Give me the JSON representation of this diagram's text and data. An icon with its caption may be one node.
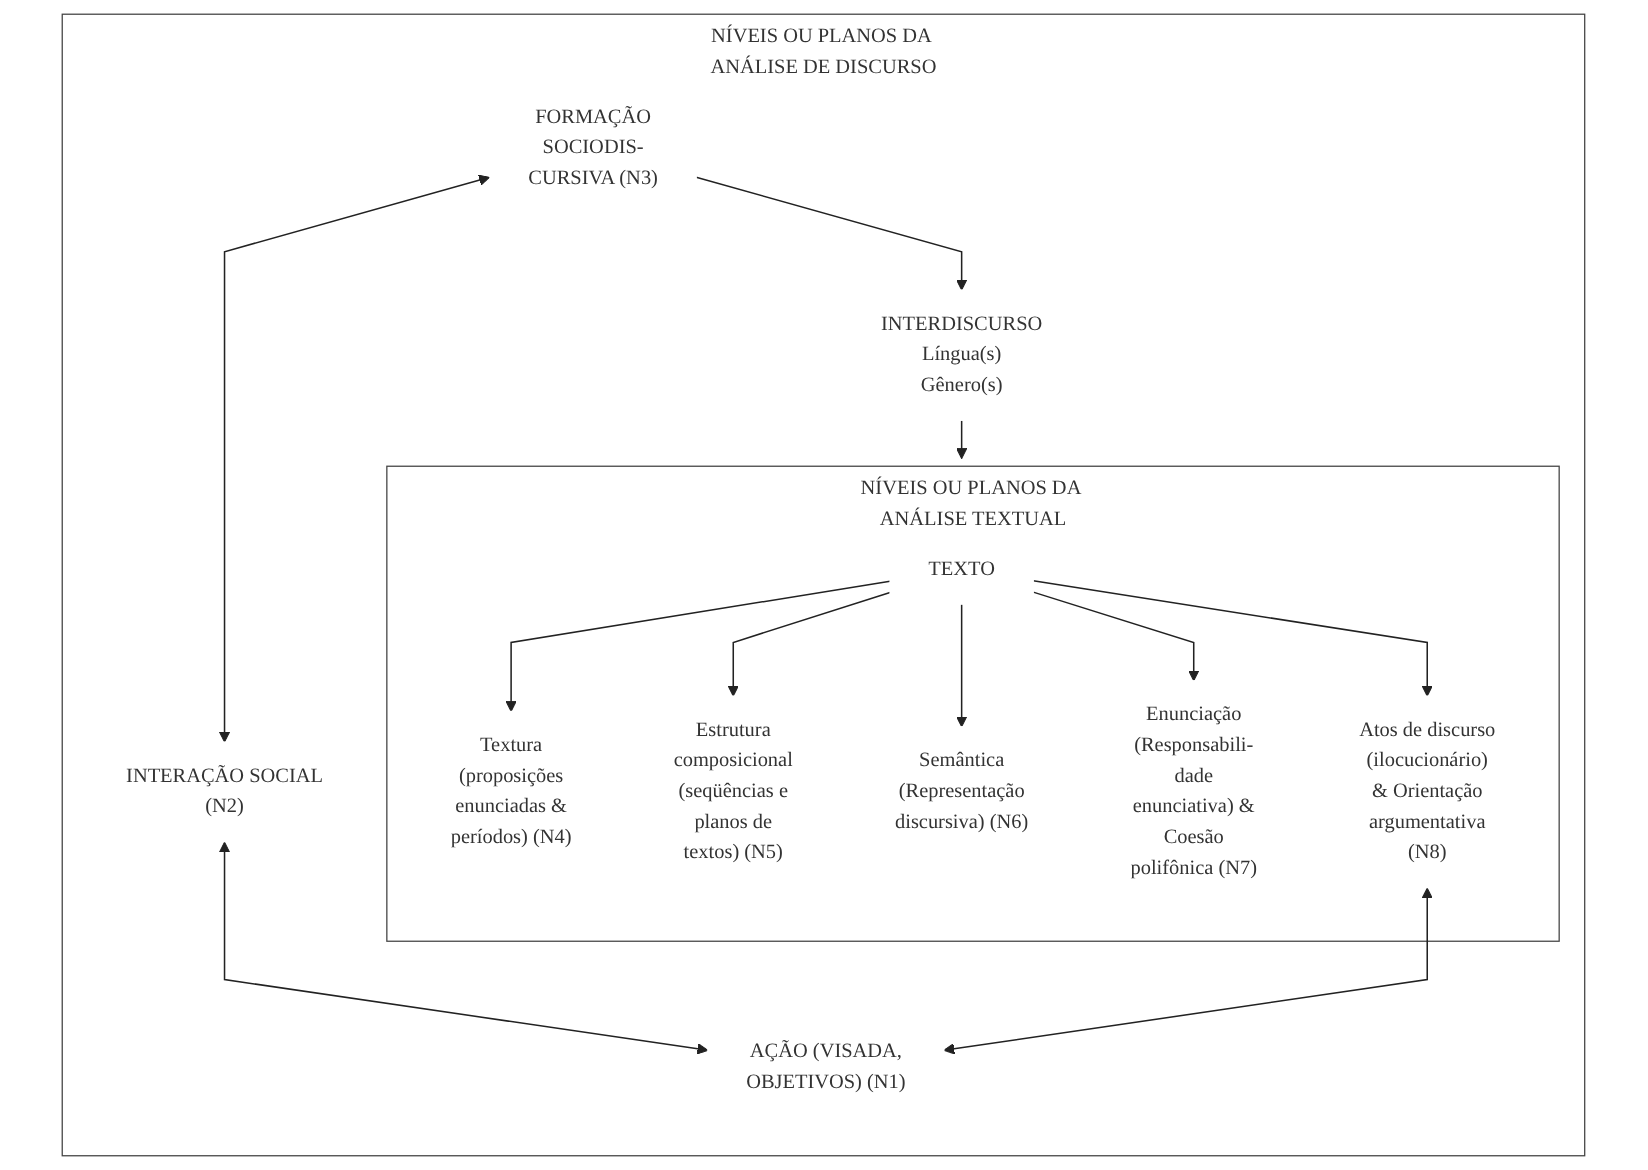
{
  "diagram": {
    "nodes": [
      {
        "text": [
          "NÍVEIS OU PLANOS DA ANÁLISE DE DISCURSO"
        ]
      },
      {
        "text": [
          "FORMAÇÃO SOCIODIS- CURSIVA (N3)"
        ],
        "in": 0
      },
      {
        "text": [
          "INTERAÇÃO SOCIAL (N2)"
        ],
        "in": 0
      },
      {
        "text": [
          "AÇÃO (VISADA, OBJETIVOS) (N1)"
        ],
        "in": 0
      },
      {
        "text": [
          "INTERDISCURSO",
          "Língua(s) Gênero(s)"
        ],
        "in": 0
      },
      {
        "text": [
          "NÍVEIS OU PLANOS DA ANÁLISE TEXTUAL"
        ],
        "in": 0
      },
      {
        "text": [
          "TEXTO"
        ],
        "in": 5
      },
      {
        "text": [
          "Textura (proposições enunciadas & períodos) (N4)"
        ],
        "in": 5
      },
      {
        "text": [
          "Estrutura composicional (seqüências e planos de textos) (N5)"
        ],
        "in": 5
      },
      {
        "text": [
          "Semântica (Representação discursiva) (N6)"
        ],
        "in": 5
      },
      {
        "text": [
          "Enunciação (Responsabili- dade enunciativa) & Coesão polifônica (N7)"
        ],
        "in": 5
      },
      {
        "text": [
          "Atos de discurso (ilocucionário) & Orientação argumentativa (N8)"
        ],
        "in": 5
      }
    ],
    "edges": [
      {
        "from": 1,
        "to": 2,
        "arrow": "both"
      },
      {
        "from": 2,
        "to": 3,
        "arrow": "both"
      },
      {
        "from": 1,
        "to": 4,
        "arrow": "to"
      },
      {
        "from": 4,
        "to": 5,
        "arrow": "to"
      },
      {
        "from": 6,
        "to": 7,
        "arrow": "to"
      },
      {
        "from": 6,
        "to": 8,
        "arrow": "to"
      },
      {
        "from": 6,
        "to": 9,
        "arrow": "to"
      },
      {
        "from": 6,
        "to": 10,
        "arrow": "to"
      },
      {
        "from": 6,
        "to": 11,
        "arrow": "to"
      },
      {
        "from": 11,
        "to": 3,
        "arrow": "both"
      }
    ]
  }
}
